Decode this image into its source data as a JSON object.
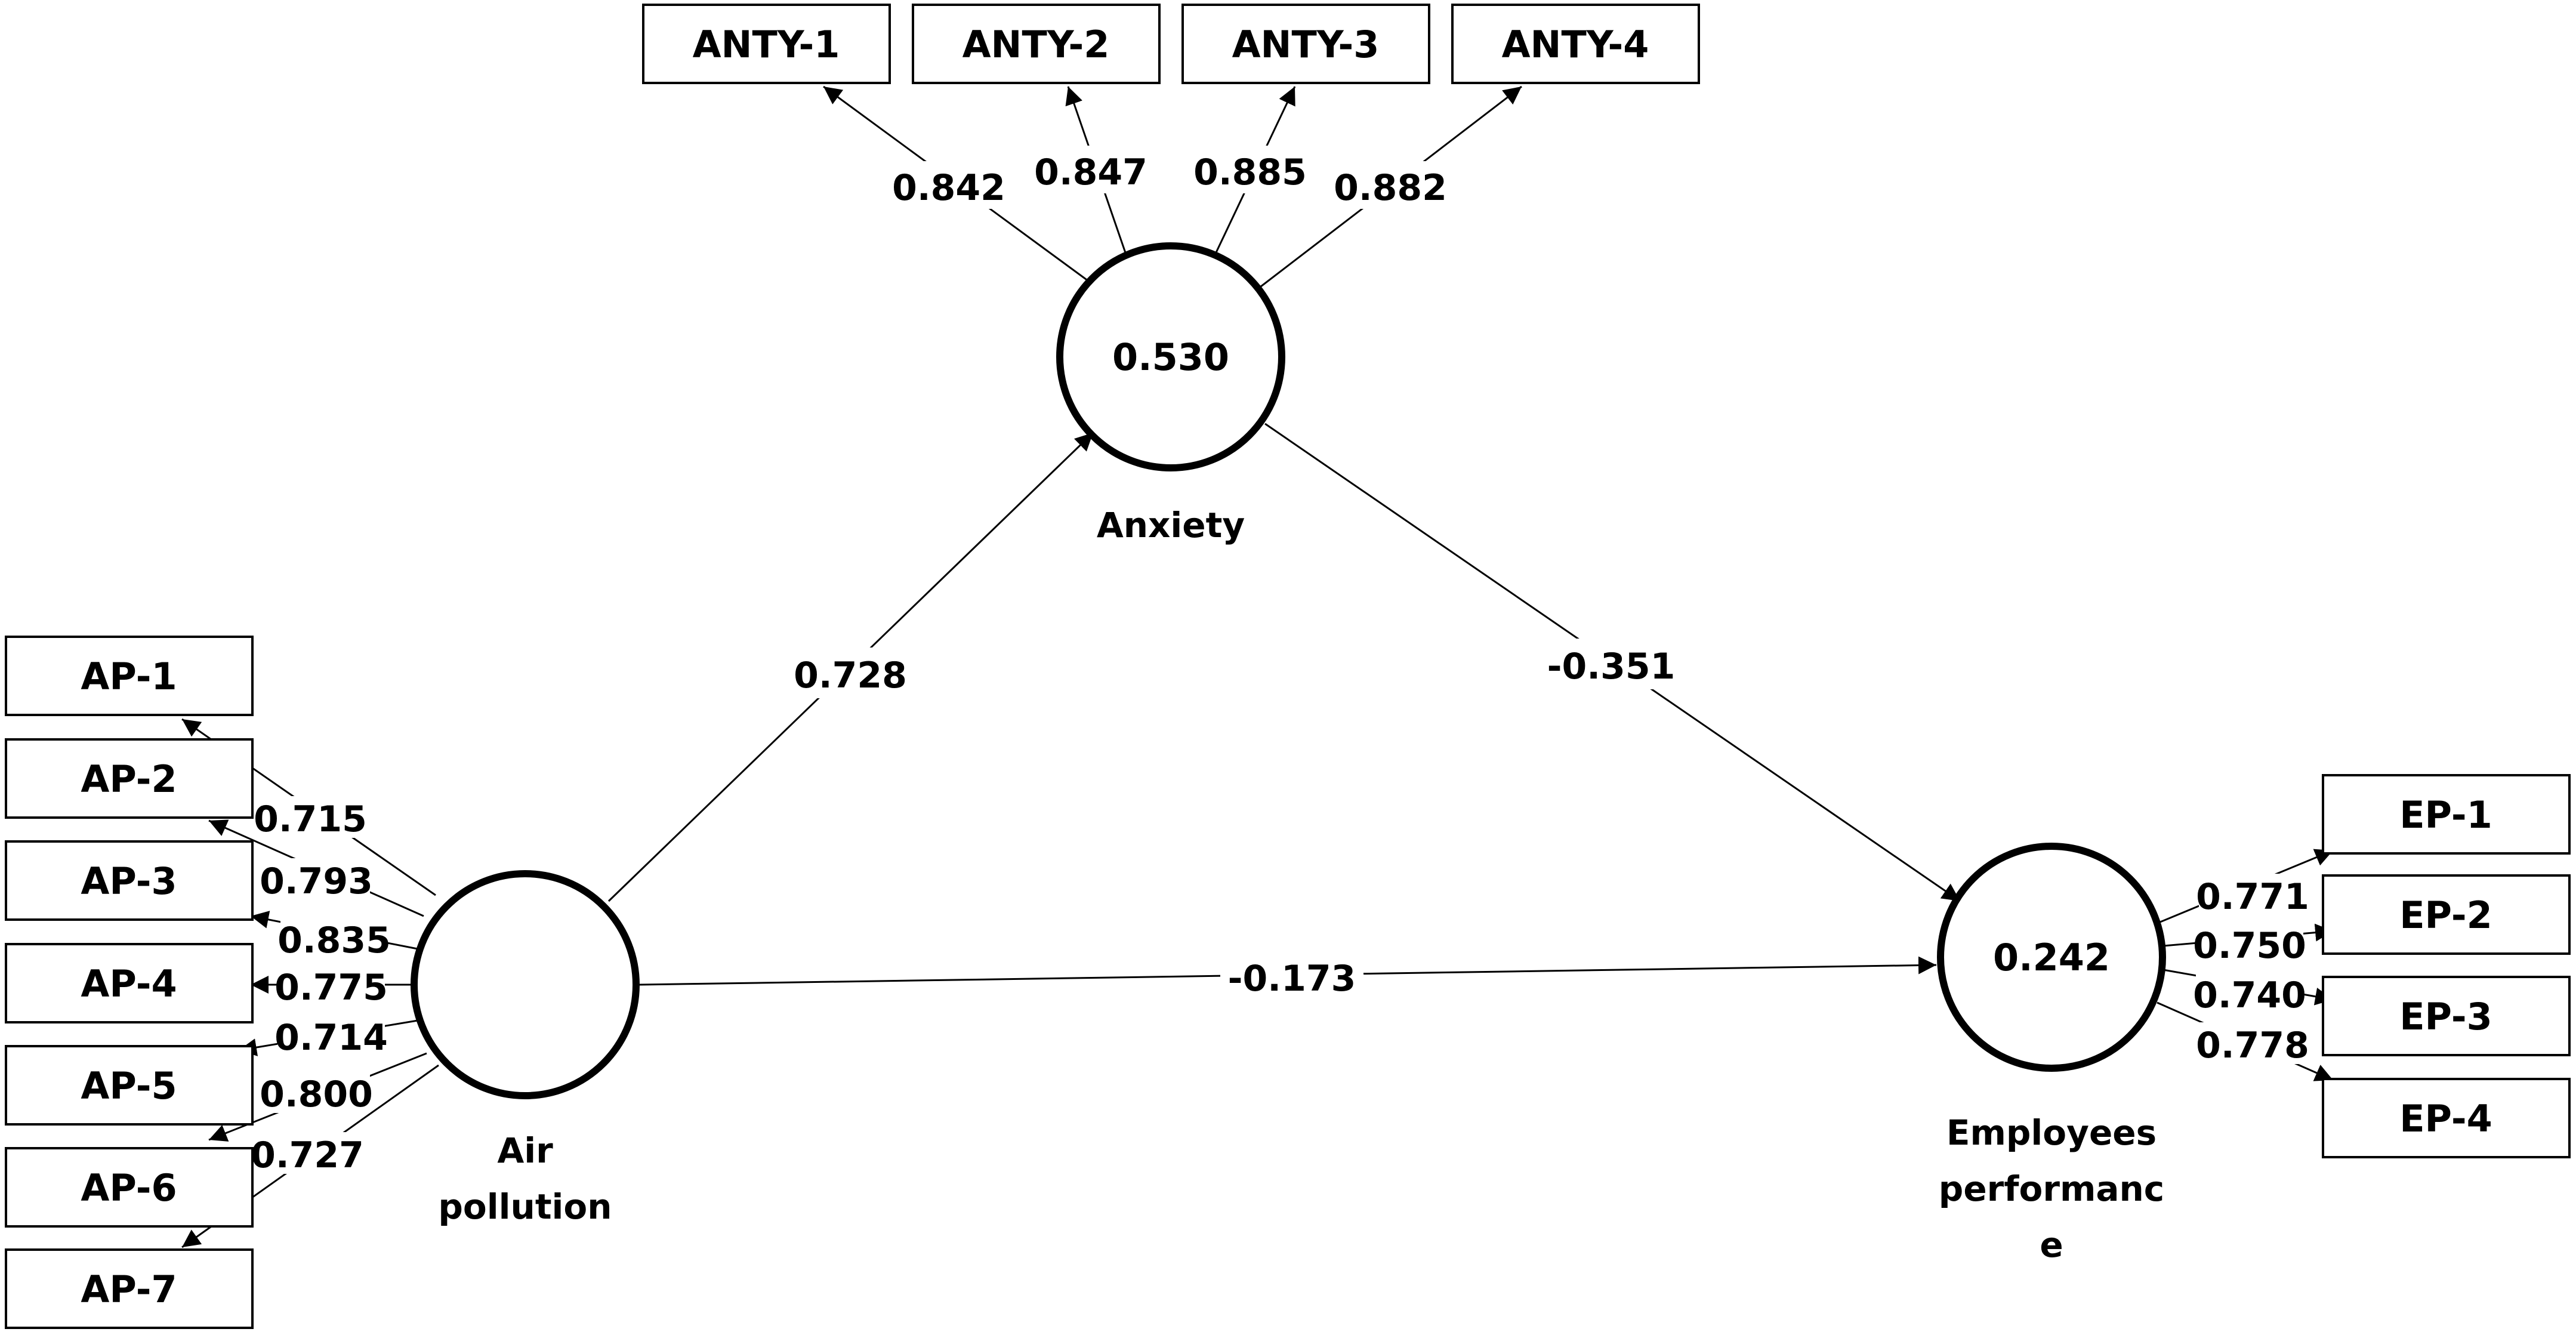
{
  "constructs": {
    "anxiety": {
      "name": "Anxiety",
      "r2": "0.530"
    },
    "air_pollution": {
      "name_line1": "Air",
      "name_line2": "pollution"
    },
    "employees_performance": {
      "name_line1": "Employees",
      "name_line2": "performanc",
      "name_line3": "e",
      "r2": "0.242"
    }
  },
  "indicators": {
    "anxiety": [
      "ANTY-1",
      "ANTY-2",
      "ANTY-3",
      "ANTY-4"
    ],
    "air_pollution": [
      "AP-1",
      "AP-2",
      "AP-3",
      "AP-4",
      "AP-5",
      "AP-6",
      "AP-7"
    ],
    "employees_performance": [
      "EP-1",
      "EP-2",
      "EP-3",
      "EP-4"
    ]
  },
  "loadings": {
    "anxiety": [
      "0.842",
      "0.847",
      "0.885",
      "0.882"
    ],
    "air_pollution": [
      "0.715",
      "0.793",
      "0.835",
      "0.775",
      "0.714",
      "0.800",
      "0.727"
    ],
    "employees_performance": [
      "0.771",
      "0.750",
      "0.740",
      "0.778"
    ]
  },
  "paths": {
    "air_pollution_to_anxiety": "0.728",
    "anxiety_to_employees_performance": "-0.351",
    "air_pollution_to_employees_performance": "-0.173"
  }
}
